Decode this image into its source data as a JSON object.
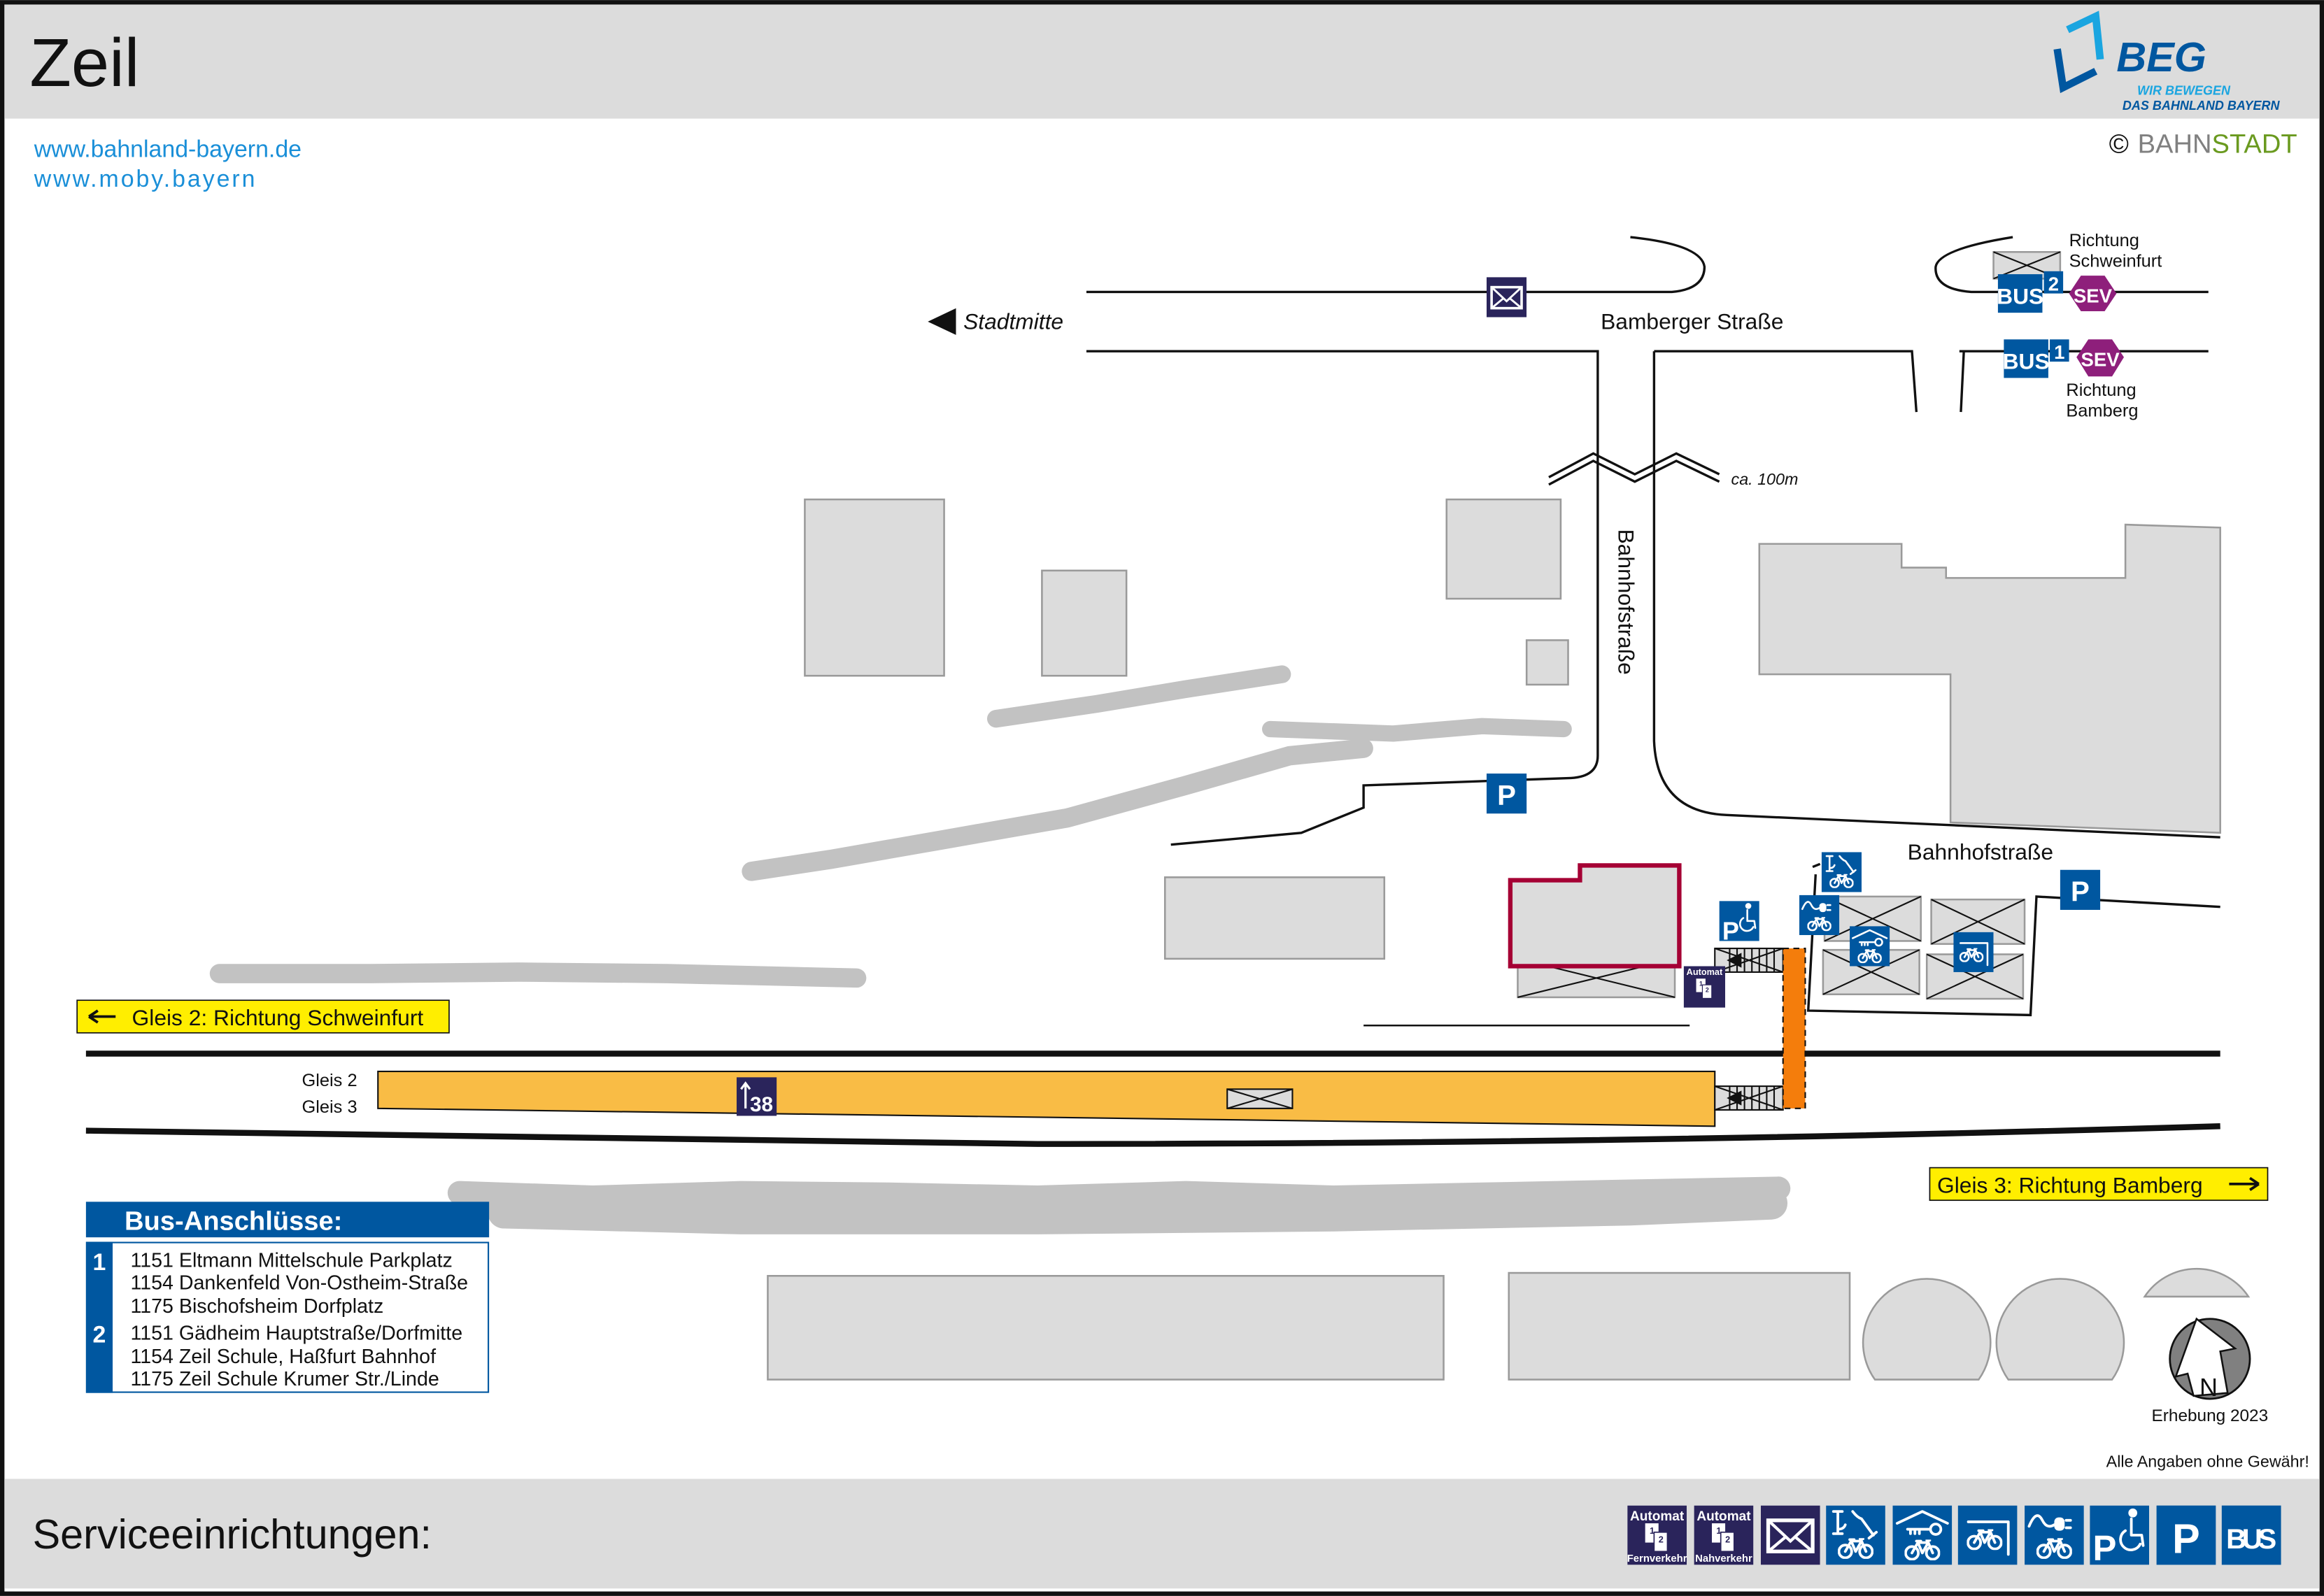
{
  "header": {
    "title": "Zeil",
    "logo": {
      "name": "BEG",
      "tagline1": "WIR BEWEGEN",
      "tagline2": "DAS BAHNLAND BAYERN"
    }
  },
  "links": [
    "www.bahnland-bayern.de",
    "www.moby.bayern"
  ],
  "copyright": {
    "symbol": "©",
    "part1": "BAHN",
    "part2": "STADT"
  },
  "map": {
    "stadtmitte": "Stadtmitte",
    "bamberger_strasse": "Bamberger Straße",
    "bahnhofstrasse_vertical": "Bahnhofstraße",
    "bahnhofstrasse_horizontal": "Bahnhofstraße",
    "distance": "ca. 100m",
    "dir_schweinfurt": [
      "Richtung",
      "Schweinfurt"
    ],
    "dir_bamberg": [
      "Richtung",
      "Bamberg"
    ],
    "bus": "BUS",
    "sev": "SEV",
    "stop1": "1",
    "stop2": "2",
    "parking": "P",
    "automat": "Automat",
    "gleis2": "Gleis 2",
    "gleis3": "Gleis 3",
    "platform_marker": "38",
    "track_label_2": "Gleis 2: Richtung Schweinfurt",
    "track_label_3": "Gleis 3: Richtung Bamberg"
  },
  "bus_connections": {
    "title": "Bus-Anschlüsse:",
    "groups": [
      {
        "stop": "1",
        "lines": [
          "1151 Eltmann Mittelschule Parkplatz",
          "1154 Dankenfeld Von-Ostheim-Straße",
          "1175 Bischofsheim Dorfplatz"
        ]
      },
      {
        "stop": "2",
        "lines": [
          "1151 Gädheim Hauptstraße/Dorfmitte",
          "1154 Zeil Schule, Haßfurt Bahnhof",
          "1175 Zeil Schule Krumer Str./Linde"
        ]
      }
    ]
  },
  "north": "N",
  "survey": "Erhebung 2023",
  "disclaimer": "Alle Angaben ohne Gewähr!",
  "footer": {
    "title": "Serviceeinrichtungen:",
    "icons": [
      {
        "icon": "ticket-machine-long-distance-icon",
        "top": "Automat",
        "bottom": "Fernverkehr"
      },
      {
        "icon": "ticket-machine-regional-icon",
        "top": "Automat",
        "bottom": "Nahverkehr"
      },
      {
        "icon": "mailbox-icon"
      },
      {
        "icon": "bike-service-icon"
      },
      {
        "icon": "bike-locker-icon"
      },
      {
        "icon": "bike-parking-icon"
      },
      {
        "icon": "ebike-charging-icon"
      },
      {
        "icon": "disabled-parking-icon",
        "label": "P"
      },
      {
        "icon": "parking-icon",
        "label": "P"
      },
      {
        "icon": "bus-icon",
        "label": "BUS"
      }
    ]
  },
  "colors": {
    "header_bg": "#dcdcdc",
    "blue": "#0057a0",
    "navy": "#2a245b",
    "sev": "#8e1f7b",
    "platform": "#f9bc45",
    "orange": "#f47d0c",
    "label_yellow": "#ffee00",
    "station_red": "#a50034",
    "link": "#1a8fd8",
    "bahnstadt_green": "#6a9a1f"
  }
}
